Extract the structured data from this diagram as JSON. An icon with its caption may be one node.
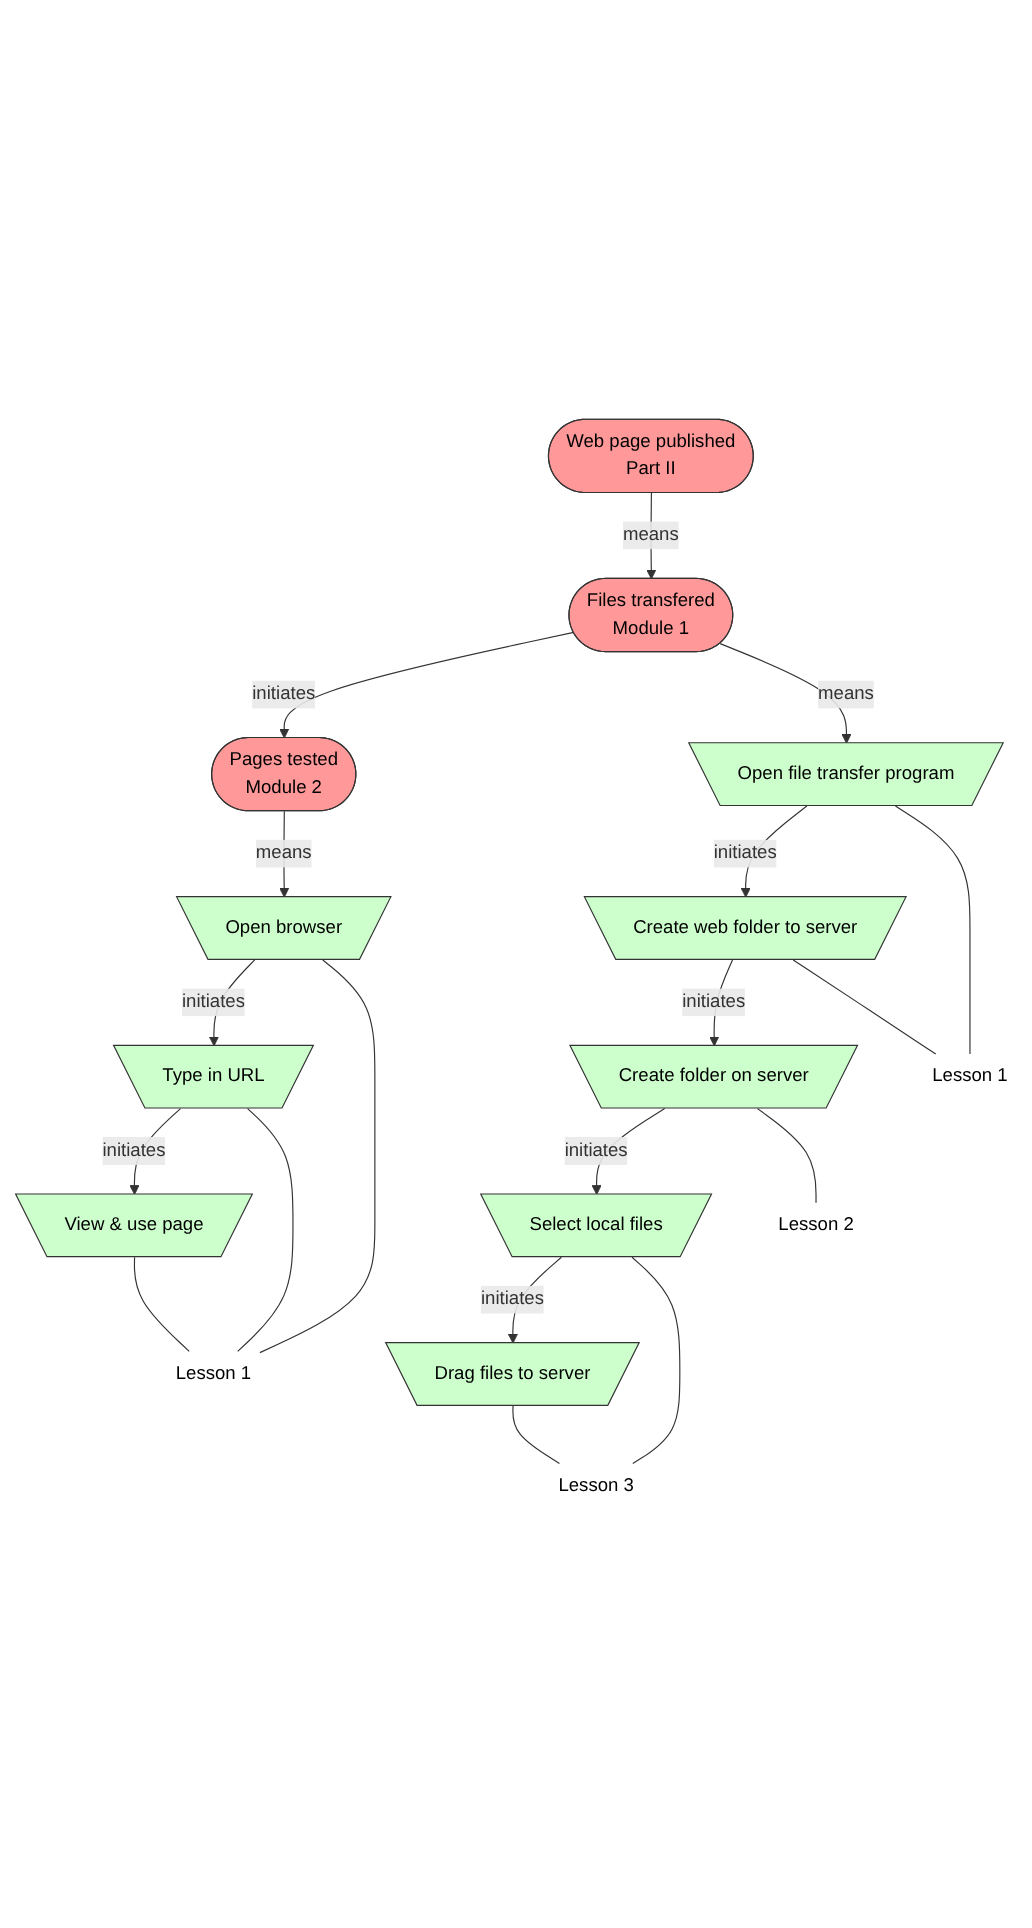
{
  "diagram": {
    "nodes": [
      {
        "text": [
          "Web page published",
          "Part II"
        ]
      },
      {
        "text": [
          "Files transfered",
          "Module 1"
        ]
      },
      {
        "text": [
          "Pages tested",
          "Module 2"
        ]
      },
      {
        "text": [
          "Open file transfer program"
        ]
      },
      {
        "text": [
          "Create web folder to server"
        ]
      },
      {
        "text": [
          "Create folder on server"
        ]
      },
      {
        "text": [
          "Select local files"
        ]
      },
      {
        "text": [
          "Drag files to server"
        ]
      },
      {
        "text": [
          "Open browser"
        ]
      },
      {
        "text": [
          "Type in URL"
        ]
      },
      {
        "text": [
          "View & use page"
        ]
      },
      {
        "text": [
          "Lesson 1"
        ]
      },
      {
        "text": [
          "Lesson 2"
        ]
      },
      {
        "text": [
          "Lesson 3"
        ]
      },
      {
        "text": [
          "Lesson 1"
        ]
      }
    ],
    "edges": [
      {
        "from": 0,
        "to": 1,
        "arrow": "to",
        "label": "means"
      },
      {
        "from": 1,
        "to": 2,
        "arrow": "to",
        "label": "initiates"
      },
      {
        "from": 1,
        "to": 3,
        "arrow": "to",
        "label": "means"
      },
      {
        "from": 3,
        "to": 4,
        "arrow": "to",
        "label": "initiates"
      },
      {
        "from": 4,
        "to": 5,
        "arrow": "to",
        "label": "initiates"
      },
      {
        "from": 5,
        "to": 6,
        "arrow": "to",
        "label": "initiates"
      },
      {
        "from": 6,
        "to": 7,
        "arrow": "to",
        "label": "initiates"
      },
      {
        "from": 2,
        "to": 8,
        "arrow": "to",
        "label": "means"
      },
      {
        "from": 8,
        "to": 9,
        "arrow": "to",
        "label": "initiates"
      },
      {
        "from": 9,
        "to": 10,
        "arrow": "to",
        "label": "initiates"
      },
      {
        "from": 3,
        "to": 11,
        "arrow": "none"
      },
      {
        "from": 4,
        "to": 11,
        "arrow": "none"
      },
      {
        "from": 5,
        "to": 12,
        "arrow": "none"
      },
      {
        "from": 6,
        "to": 13,
        "arrow": "none"
      },
      {
        "from": 7,
        "to": 13,
        "arrow": "none"
      },
      {
        "from": 8,
        "to": 14,
        "arrow": "none"
      },
      {
        "from": 9,
        "to": 14,
        "arrow": "none"
      },
      {
        "from": 10,
        "to": 14,
        "arrow": "none"
      }
    ]
  }
}
